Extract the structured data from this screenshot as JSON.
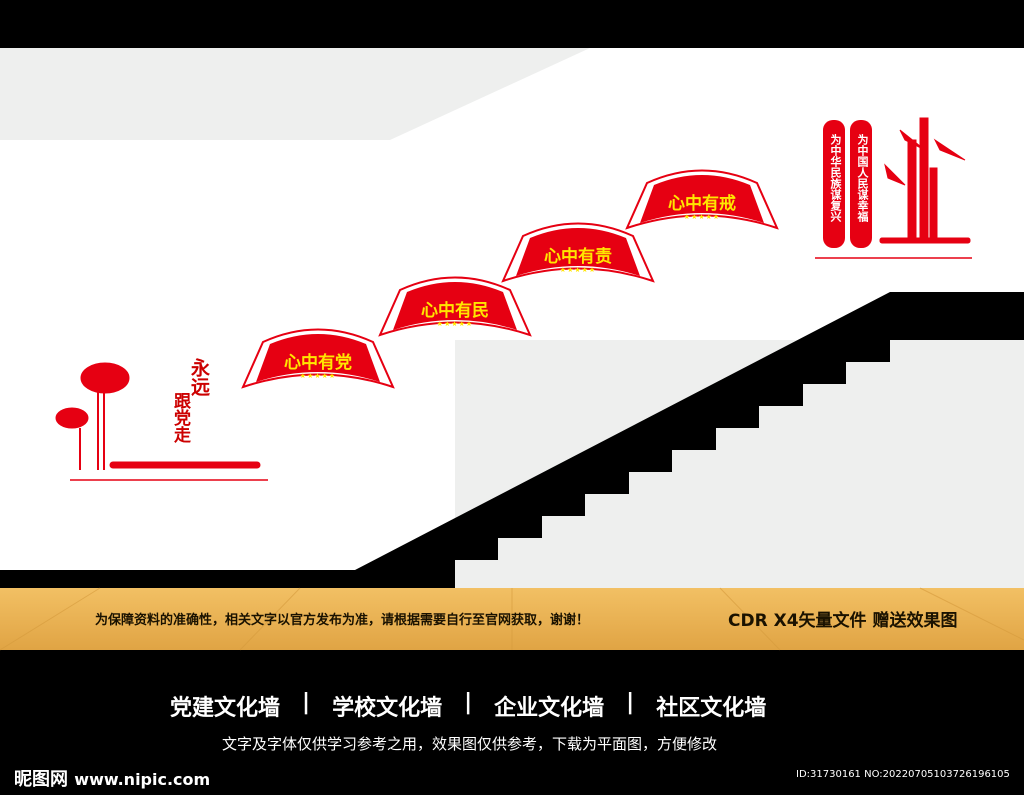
{
  "wall": {
    "fans": [
      {
        "title": "心中有党",
        "stars": "★★★★★"
      },
      {
        "title": "心中有民",
        "stars": "★★★★★"
      },
      {
        "title": "心中有责",
        "stars": "★★★★★"
      },
      {
        "title": "心中有戒",
        "stars": "★★★★★"
      }
    ],
    "left_slogan": {
      "line1": "永远",
      "line2": "跟党走"
    },
    "right_scrolls": [
      "为中华民族谋复兴",
      "为中国人民谋幸福"
    ],
    "colors": {
      "red": "#e60012",
      "yellow": "#ffe600",
      "black": "#000000",
      "wood": "#e3a94a"
    }
  },
  "floor": {
    "notice": "为保障资料的准确性，相关文字以官方发布为准，请根据需要自行至官网获取，谢谢！",
    "file_info": "CDR X4矢量文件  赠送效果图"
  },
  "footer": {
    "categories": [
      "党建文化墙",
      "学校文化墙",
      "企业文化墙",
      "社区文化墙"
    ],
    "separator": "|",
    "disclaimer": "文字及字体仅供学习参考之用，效果图仅供参考，下载为平面图，方便修改",
    "logo": "昵图网",
    "site": "www.nipic.com",
    "id_text": "ID:31730161 NO:20220705103726196105"
  }
}
